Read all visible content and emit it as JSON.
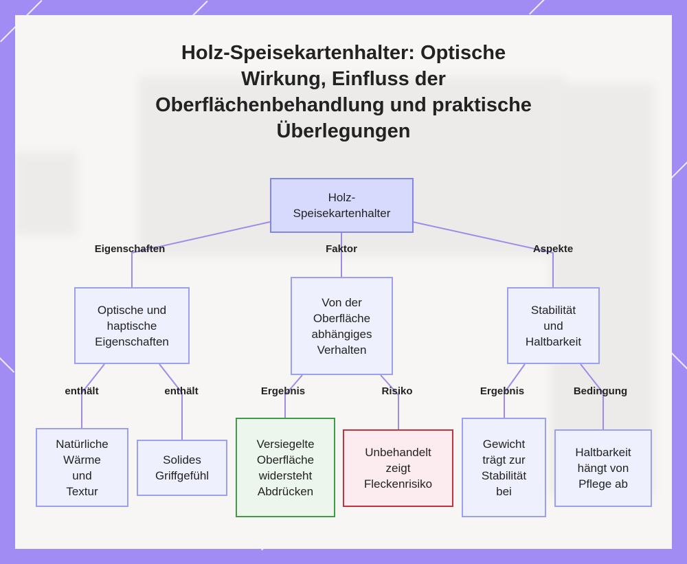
{
  "title_lines": [
    "Holz-Speisekartenhalter: Optische",
    "Wirkung, Einfluss der",
    "Oberflächenbehandlung und praktische",
    "Überlegungen"
  ],
  "nodes": {
    "root": "Holz-\nSpeisekartenhalter",
    "optik": "Optische und\nhaptische\nEigenschaften",
    "verhalten": "Von der\nOberfläche\nabhängiges\nVerhalten",
    "stabil": "Stabilität\nund\nHaltbarkeit",
    "waerme": "Natürliche\nWärme\nund\nTextur",
    "griff": "Solides\nGriffgefühl",
    "versiegelt": "Versiegelte\nOberfläche\nwidersteht\nAbdrücken",
    "unbehandelt": "Unbehandelt\nzeigt\nFleckenrisiko",
    "gewicht": "Gewicht\nträgt zur\nStabilität\nbei",
    "pflege": "Haltbarkeit\nhängt von\nPflege ab"
  },
  "edge_labels": {
    "eigenschaften": "Eigenschaften",
    "faktor": "Faktor",
    "aspekte": "Aspekte",
    "enthaelt_1": "enthält",
    "enthaelt_2": "enthält",
    "ergebnis_1": "Ergebnis",
    "risiko": "Risiko",
    "ergebnis_2": "Ergebnis",
    "bedingung": "Bedingung"
  },
  "colors": {
    "background": "#a08cf2",
    "edge": "#a08ae6",
    "node_fill": "#eff0fd",
    "node_border": "#9aa0ef",
    "root_fill": "#d7dafc",
    "green_border": "#3f9c46",
    "red_border": "#c4323c"
  }
}
